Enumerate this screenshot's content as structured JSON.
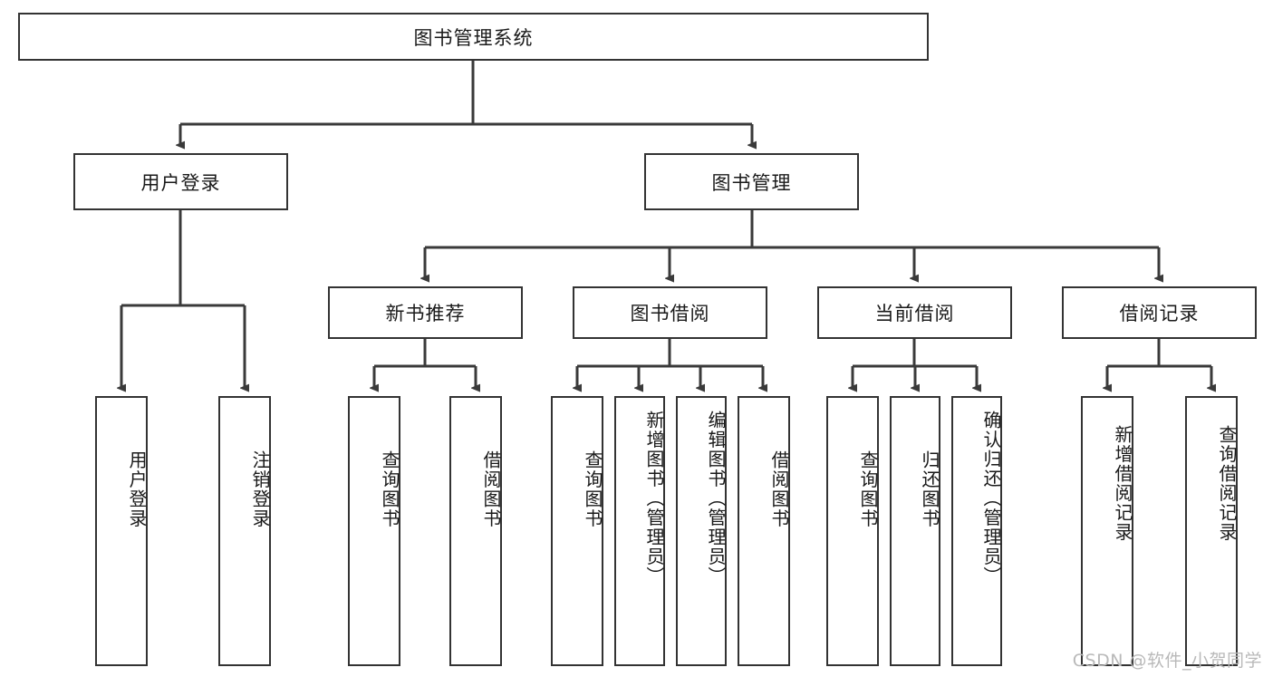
{
  "diagram": {
    "type": "tree-hierarchy-flowchart",
    "title": "图书管理系统",
    "root": {
      "id": "root",
      "label": "图书管理系统",
      "orientation": "horizontal"
    },
    "level2": [
      {
        "id": "user-login",
        "label": "用户登录",
        "orientation": "horizontal"
      },
      {
        "id": "book-manage",
        "label": "图书管理",
        "orientation": "horizontal"
      }
    ],
    "level3": [
      {
        "id": "new-book-rec",
        "label": "新书推荐",
        "orientation": "horizontal",
        "parent": "book-manage"
      },
      {
        "id": "book-borrow",
        "label": "图书借阅",
        "orientation": "horizontal",
        "parent": "book-manage"
      },
      {
        "id": "current-borrow",
        "label": "当前借阅",
        "orientation": "horizontal",
        "parent": "book-manage"
      },
      {
        "id": "borrow-record",
        "label": "借阅记录",
        "orientation": "horizontal",
        "parent": "book-manage"
      }
    ],
    "leaves": [
      {
        "id": "leaf-user-login",
        "label": "用户登录",
        "parent": "user-login",
        "orientation": "vertical"
      },
      {
        "id": "leaf-user-logout",
        "label": "注销登录",
        "parent": "user-login",
        "orientation": "vertical"
      },
      {
        "id": "leaf-query-book-1",
        "label": "查询图书",
        "parent": "new-book-rec",
        "orientation": "vertical"
      },
      {
        "id": "leaf-borrow-book-1",
        "label": "借阅图书",
        "parent": "new-book-rec",
        "orientation": "vertical"
      },
      {
        "id": "leaf-query-book-2",
        "label": "查询图书",
        "parent": "book-borrow",
        "orientation": "vertical"
      },
      {
        "id": "leaf-add-book",
        "label": "新增图书（管理员）",
        "parent": "book-borrow",
        "orientation": "vertical"
      },
      {
        "id": "leaf-edit-book",
        "label": "编辑图书（管理员）",
        "parent": "book-borrow",
        "orientation": "vertical"
      },
      {
        "id": "leaf-borrow-book-2",
        "label": "借阅图书",
        "parent": "book-borrow",
        "orientation": "vertical"
      },
      {
        "id": "leaf-query-book-3",
        "label": "查询图书",
        "parent": "current-borrow",
        "orientation": "vertical"
      },
      {
        "id": "leaf-return-book",
        "label": "归还图书",
        "parent": "current-borrow",
        "orientation": "vertical"
      },
      {
        "id": "leaf-confirm-return",
        "label": "确认归还（管理员）",
        "parent": "current-borrow",
        "orientation": "vertical"
      },
      {
        "id": "leaf-add-record",
        "label": "新增借阅记录",
        "parent": "borrow-record",
        "orientation": "vertical"
      },
      {
        "id": "leaf-query-record",
        "label": "查询借阅记录",
        "parent": "borrow-record",
        "orientation": "vertical"
      }
    ]
  },
  "watermark": {
    "text": "CSDN @软件_小贺同学"
  },
  "colors": {
    "border": "#333333",
    "background": "#ffffff",
    "text": "#1a1a1a",
    "watermark": "#b9b9b9",
    "connector": "#3a3a3a"
  }
}
